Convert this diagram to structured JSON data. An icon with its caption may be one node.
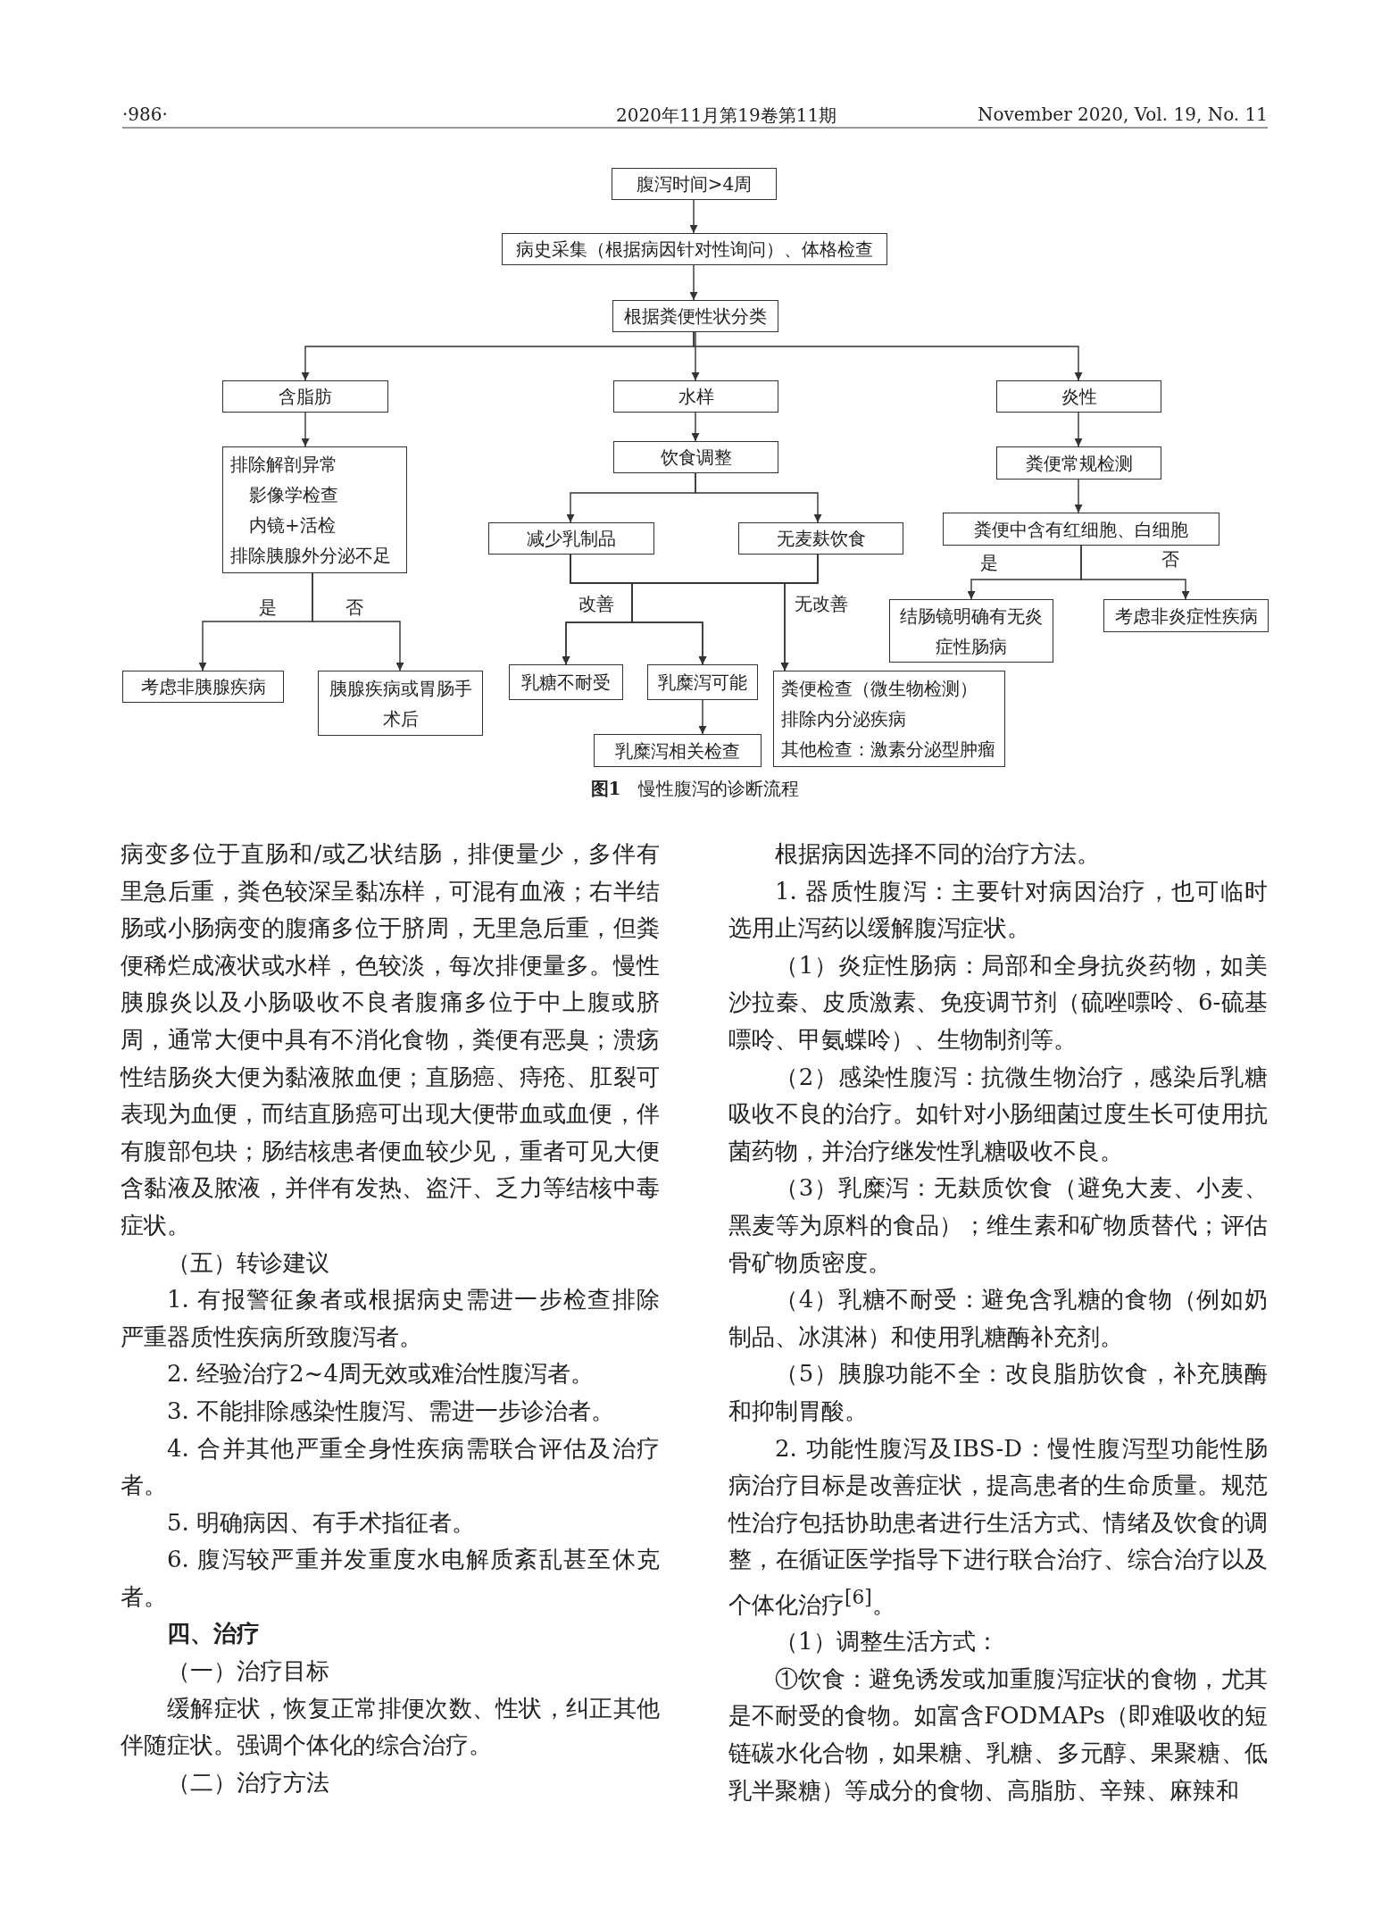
{
  "diagram": {
    "caption": "**图1**　慢性腹泻的诊断流程",
    "nodes": [
      {
        "text": [
          "腹泻时间>4周"
        ]
      },
      {
        "text": [
          "病史采集（根据病因针对性询问）、体格检查"
        ]
      },
      {
        "text": [
          "根据粪便性状分类"
        ]
      },
      {
        "text": [
          "含脂肪"
        ]
      },
      {
        "text": [
          "水样"
        ]
      },
      {
        "text": [
          "炎性"
        ]
      },
      {
        "text": [
          "排除解剖异常",
          "影像学检查",
          "内镜+活检",
          "排除胰腺外分泌不足"
        ]
      },
      {
        "text": [
          "饮食调整"
        ]
      },
      {
        "text": [
          "粪便常规检测"
        ]
      },
      {
        "text": [
          "减少乳制品"
        ]
      },
      {
        "text": [
          "无麦麸饮食"
        ]
      },
      {
        "text": [
          "粪便中含有红细胞、白细胞"
        ]
      },
      {
        "text": [
          "考虑非胰腺疾病"
        ]
      },
      {
        "text": [
          "胰腺疾病或胃肠手术后"
        ]
      },
      {
        "text": [
          "乳糖不耐受"
        ]
      },
      {
        "text": [
          "乳糜泻可能"
        ]
      },
      {
        "text": [
          "粪便检查（微生物检测）",
          "排除内分泌疾病",
          "其他检查：激素分泌型肿瘤"
        ]
      },
      {
        "text": [
          "乳糜泻相关检查"
        ]
      },
      {
        "text": [
          "结肠镜明确有无炎症性肠病"
        ]
      },
      {
        "text": [
          "考虑非炎症性疾病"
        ]
      }
    ],
    "edges": [
      {
        "from": 0,
        "to": 1,
        "arrow": "to"
      },
      {
        "from": 1,
        "to": 2,
        "arrow": "to"
      },
      {
        "from": 2,
        "to": 3,
        "arrow": "to"
      },
      {
        "from": 2,
        "to": 4,
        "arrow": "to"
      },
      {
        "from": 2,
        "to": 5,
        "arrow": "to"
      },
      {
        "from": 3,
        "to": 6,
        "arrow": "to"
      },
      {
        "from": 4,
        "to": 7,
        "arrow": "to"
      },
      {
        "from": 5,
        "to": 8,
        "arrow": "to"
      },
      {
        "from": 7,
        "to": 9,
        "arrow": "to"
      },
      {
        "from": 7,
        "to": 10,
        "arrow": "to"
      },
      {
        "from": 8,
        "to": 11,
        "arrow": "to"
      },
      {
        "from": 6,
        "to": 12,
        "arrow": "to",
        "label": "是"
      },
      {
        "from": 6,
        "to": 13,
        "arrow": "to",
        "label": "否"
      },
      {
        "from": 9,
        "to": 14,
        "arrow": "to",
        "label": "改善"
      },
      {
        "from": 9,
        "to": 15,
        "arrow": "to"
      },
      {
        "from": 10,
        "to": 14,
        "arrow": "to"
      },
      {
        "from": 10,
        "to": 15,
        "arrow": "to"
      },
      {
        "from": 9,
        "to": 16,
        "arrow": "to",
        "label": "无改善"
      },
      {
        "from": 10,
        "to": 16,
        "arrow": "to"
      },
      {
        "from": 15,
        "to": 17,
        "arrow": "to"
      },
      {
        "from": 11,
        "to": 18,
        "arrow": "to",
        "label": "是"
      },
      {
        "from": 11,
        "to": 19,
        "arrow": "to",
        "label": "否"
      }
    ],
    "labels": [
      "·986·",
      "2020年11月第19卷第11期",
      "November 2020, Vol. 19, No. 11",
      "病变多位于直肠和/或乙状结肠，排便量少，多伴有里急后重，粪色较深呈黏冻样，可混有血液；右半结肠或小肠病变的腹痛多位于脐周，无里急后重，但粪便稀烂成液状或水样，色较淡，每次排便量多。慢性胰腺炎以及小肠吸收不良者腹痛多位于中上腹或脐周，通常大便中具有不消化食物，粪便有恶臭；溃疡性结肠炎大便为黏液脓血便；直肠癌、痔疮、肛裂可表现为血便，而结直肠癌可出现大便带血或血便，伴有腹部包块；肠结核患者便血较少见，重者可见大便含黏液及脓液，并伴有发热、盗汗、乏力等结核中毒症状。",
      "（五）转诊建议",
      "1. 有报警征象者或根据病史需进一步检查排除严重器质性疾病所致腹泻者。",
      "2. 经验治疗2~4周无效或难治性腹泻者。",
      "3. 不能排除感染性腹泻、需进一步诊治者。",
      "4. 合并其他严重全身性疾病需联合评估及治疗者。",
      "5. 明确病因、有手术指征者。",
      "6. 腹泻较严重并发重度水电解质紊乱甚至休克者。",
      "四、治疗",
      "（一）治疗目标",
      "缓解症状，恢复正常排便次数、性状，纠正其他伴随症状。强调个体化的综合治疗。",
      "（二）治疗方法",
      "根据病因选择不同的治疗方法。",
      "1. 器质性腹泻：主要针对病因治疗，也可临时选用止泻药以缓解腹泻症状。",
      "（1）炎症性肠病：局部和全身抗炎药物，如美沙拉秦、皮质激素、免疫调节剂（硫唑嘌呤、6-硫基嘌呤、甲氨蝶呤）、生物制剂等。",
      "（2）感染性腹泻：抗微生物治疗，感染后乳糖吸收不良的治疗。如针对小肠细菌过度生长可使用抗菌药物，并治疗继发性乳糖吸收不良。",
      "（3）乳糜泻：无麸质饮食（避免大麦、小麦、黑麦等为原料的食品）；维生素和矿物质替代；评估骨矿物质密度。",
      "（4）乳糖不耐受：避免含乳糖的食物（例如奶制品、冰淇淋）和使用乳糖酶补充剂。",
      "（5）胰腺功能不全：改良脂肪饮食，补充胰酶和抑制胃酸。",
      "2. 功能性腹泻及IBS-D：慢性腹泻型功能性肠病治疗目标是改善症状，提高患者的生命质量。规范性治疗包括协助患者进行生活方式、情绪及饮食的调整，在循证医学指导下进行联合治疗、综合治疗以及个体化治疗$^{[6]}$。",
      "（1）调整生活方式：",
      "①饮食：避免诱发或加重腹泻症状的食物，尤其是不耐受的食物。如富含FODMAPs（即难吸收的短链碳水化合物，如果糖、乳糖、多元醇、果聚糖、低乳半聚糖）等成分的食物、高脂肪、辛辣、麻辣和"
    ]
  }
}
